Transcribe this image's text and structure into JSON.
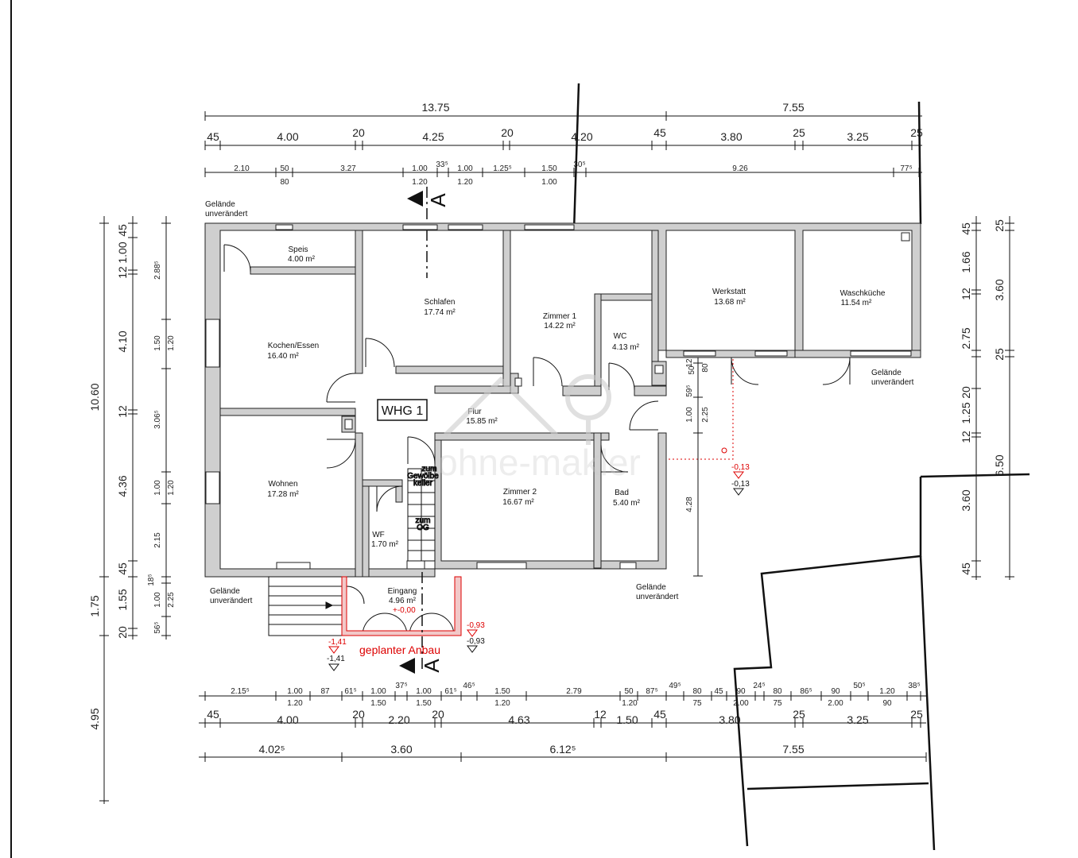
{
  "plan": {
    "unit_label": "WHG 1",
    "watermark": "ohne-makler",
    "section_label": "A",
    "annex_label": "geplanter Anbau",
    "terrain": [
      "Gelände",
      "unverändert"
    ],
    "rooms": [
      {
        "name": "Speis",
        "area": "4.00 m²"
      },
      {
        "name": "Kochen/Essen",
        "area": "16.40 m²"
      },
      {
        "name": "Schlafen",
        "area": "17.74 m²"
      },
      {
        "name": "Zimmer 1",
        "area": "14.22 m²"
      },
      {
        "name": "WC",
        "area": "4.13 m²"
      },
      {
        "name": "Werkstatt",
        "area": "13.68 m²"
      },
      {
        "name": "Waschküche",
        "area": "11.54 m²"
      },
      {
        "name": "Wohnen",
        "area": "17.28 m²"
      },
      {
        "name": "Flur",
        "area": "15.85 m²"
      },
      {
        "name": "Zimmer 2",
        "area": "16.67 m²"
      },
      {
        "name": "Bad",
        "area": "5.40 m²"
      },
      {
        "name": "WF",
        "area": "1.70 m²"
      },
      {
        "name": "Eingang",
        "area": "4.96 m²"
      }
    ],
    "stair_labels": [
      "zum",
      "Gewölbe",
      "keller",
      "zum",
      "OG"
    ],
    "levels": {
      "entrance": "+-0,00",
      "left_red": "-1,41",
      "left_black": "-1,41",
      "right_red": "-0,93",
      "right_black": "-0,93",
      "mid_red": "-0,13",
      "mid_black": "-0,13"
    },
    "top_dims": {
      "row1": [
        "13.75",
        "7.55"
      ],
      "row2": [
        "45",
        "4.00",
        "20",
        "4.25",
        "20",
        "4.20",
        "45",
        "3.80",
        "25",
        "3.25",
        "25"
      ],
      "row3_top": [
        "2.10",
        "50",
        "3.27",
        "1.00",
        "33⁵",
        "1.00",
        "1.25⁵",
        "1.50",
        "30⁵",
        "9.26",
        "77⁵"
      ],
      "row3_bottom": [
        "80",
        "1.20",
        "1.20",
        "1.00"
      ]
    },
    "bottom_dims": {
      "row1_top": [
        "2.15⁵",
        "1.00",
        "87",
        "61⁵",
        "1.00",
        "37⁵",
        "1.00",
        "61⁵",
        "46⁵",
        "1.50",
        "2.79",
        "50",
        "87⁵",
        "49⁵",
        "80",
        "45",
        "90",
        "24⁵",
        "80",
        "86⁵",
        "90",
        "50⁵",
        "1.20",
        "38⁵"
      ],
      "row1_bottom": [
        "1.20",
        "1.50",
        "1.50",
        "1.20",
        "1.20",
        "75",
        "2.00",
        "75",
        "2.00",
        "90"
      ],
      "row2": [
        "45",
        "4.00",
        "20",
        "2.20",
        "20",
        "4.63",
        "12",
        "1.50",
        "45",
        "3.80",
        "25",
        "3.25",
        "25"
      ],
      "row3": [
        "4.02⁵",
        "3.60",
        "6.12⁵",
        "7.55"
      ]
    },
    "left_dims": {
      "outer": [
        "10.60",
        "1.75",
        "4.95"
      ],
      "mid": [
        "45",
        "1.00",
        "12",
        "4.10",
        "12",
        "4.36",
        "45",
        "1.55",
        "20"
      ],
      "inner": [
        "2.88⁵",
        "1.50",
        "3.06⁵",
        "1.00",
        "2.15",
        "18⁵",
        "1.00",
        "56⁵"
      ],
      "inner2": [
        "1.20",
        "1.20",
        "2.25"
      ]
    },
    "right_dims": {
      "outer": [
        "3.60",
        "6.50"
      ],
      "mid": [
        "45",
        "1.66",
        "12",
        "2.75",
        "20",
        "1.25",
        "12",
        "3.60",
        "45"
      ],
      "inner": [
        "25",
        "25"
      ],
      "center_a": [
        "80",
        "12",
        "59⁵",
        "1.00",
        "4.28"
      ],
      "center_b": [
        "50",
        "2.25"
      ]
    }
  }
}
